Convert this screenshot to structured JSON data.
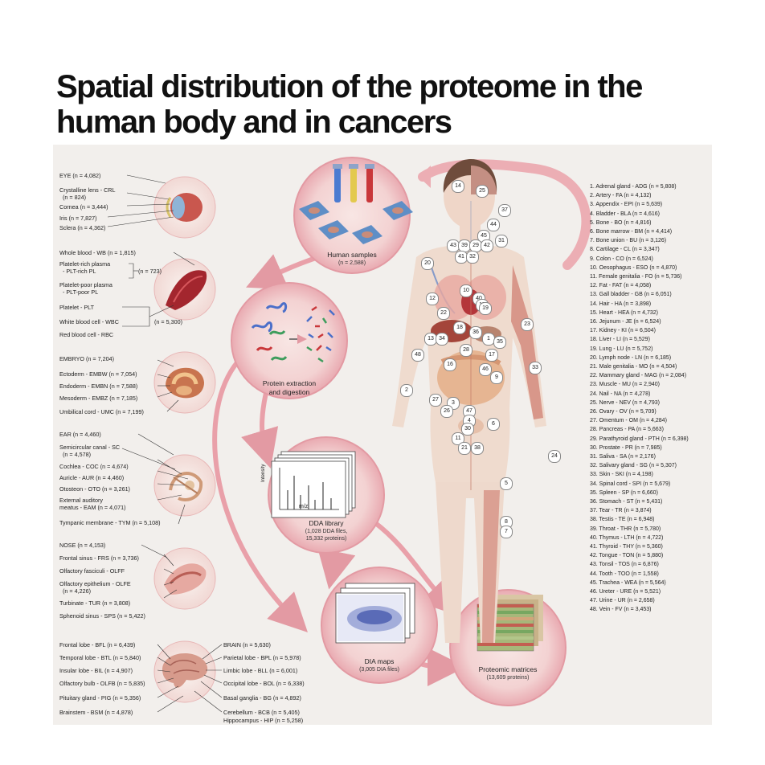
{
  "title": {
    "line1": "Spatial distribution of the proteome in the",
    "line2": "human body and in cancers"
  },
  "colors": {
    "panel": "#f2efec",
    "circle": "#f2c9cc",
    "circle_ring": "#e39aa3",
    "arrow": "#e9a0a9",
    "body": "#eed9cc",
    "organ": "#d98b7a",
    "dia": "#3b4fa8"
  },
  "groups": {
    "eye": [
      "EYE (n = 4,082)",
      "Crystalline lens - CRL",
      "(n = 824)",
      "Cornea (n = 3,444)",
      "Iris (n = 7,827)",
      "Sclera (n = 4,362)"
    ],
    "blood": [
      "Whole blood - WB (n = 1,815)",
      "Platelet-rich plasma",
      "- PLT-rich PL",
      "(n = 723)",
      "Platelet-poor plasma",
      "- PLT-poor PL",
      "Platelet - PLT",
      "White blood cell - WBC",
      "(n = 5,300)",
      "Red blood cell - RBC"
    ],
    "embryo": [
      "EMBRYO (n = 7,204)",
      "Ectoderm - EMBW (n = 7,054)",
      "Endoderm - EMBN (n = 7,588)",
      "Mesoderm - EMBZ (n = 7,185)",
      "Umbilical cord - UMC (n = 7,199)"
    ],
    "ear": [
      "EAR (n = 4,460)",
      "Semicircular canal - SC",
      "(n = 4,578)",
      "Cochlea - COC (n = 4,674)",
      "Auricle - AUR (n = 4,460)",
      "Otosteon - OTO (n = 3,261)",
      "External auditory",
      "meatus - EAM (n = 4,071)",
      "Tympanic membrane - TYM (n = 5,108)"
    ],
    "nose": [
      "NOSE (n = 4,153)",
      "Frontal sinus - FRS (n = 3,736)",
      "Olfactory fasciculi - OLFF",
      "Olfactory epithelium - OLFE",
      "(n = 4,226)",
      "Turbinate - TUR (n = 3,808)",
      "Sphenoid sinus - SPS (n = 5,422)"
    ],
    "brain_left": [
      "Frontal lobe - BFL (n = 6,439)",
      "Temporal lobe - BTL (n = 5,840)",
      "Insular lobe - BIL (n = 4,907)",
      "Olfactory bulb - OLFB (n = 5,835)",
      "Pituitary gland - PIG (n = 5,356)",
      "Brainstem - BSM (n = 4,878)"
    ],
    "brain_right": [
      "BRAIN (n = 5,630)",
      "Parietal lobe - BPL (n = 5,978)",
      "Limbic lobe - BLL (n = 6,001)",
      "Occipital lobe - BOL (n = 6,338)",
      "Basal ganglia - BG (n = 4,892)",
      "Cerebellum - BCB (n = 5,405)",
      "Hippocampus - HIP (n = 5,258)"
    ]
  },
  "workflow": {
    "samples": {
      "label": "Human samples",
      "sub": "(n = 2,588)"
    },
    "extraction": {
      "label1": "Protein extraction",
      "label2": "and digestion"
    },
    "dda": {
      "label": "DDA library",
      "sub1": "(1,028 DDA files,",
      "sub2": "15,332 proteins)",
      "xaxis": "m/z",
      "yaxis": "Intensity"
    },
    "dia": {
      "label": "DIA maps",
      "sub": "(3,005 DIA files)"
    },
    "matrices": {
      "label": "Proteomic matrices",
      "sub": "(13,609 proteins)"
    }
  },
  "tissues": [
    "1. Adrenal gland - ADG (n = 5,808)",
    "2. Artery - FA (n = 4,132)",
    "3. Appendix - EPI (n = 5,639)",
    "4. Bladder - BLA (n = 4,616)",
    "5. Bone - BO (n = 4,816)",
    "6. Bone marrow - BM (n = 4,414)",
    "7. Bone union - BU (n = 3,126)",
    "8. Cartilage - CL (n = 3,347)",
    "9. Colon - CO (n = 6,524)",
    "10. Oesophagus - ESO (n = 4,870)",
    "11. Female genitalia - FO (n = 5,736)",
    "12. Fat - FAT (n = 4,058)",
    "13. Gall bladder - GB (n = 6,051)",
    "14. Hair - HA (n = 3,898)",
    "15. Heart - HEA (n = 4,732)",
    "16. Jejunum - JE (n = 6,524)",
    "17. Kidney - KI (n = 6,504)",
    "18. Liver - LI (n = 5,529)",
    "19. Lung - LU (n = 5,752)",
    "20. Lymph node - LN (n = 6,185)",
    "21. Male genitalia - MO (n = 4,504)",
    "22. Mammary gland - MAG (n = 2,084)",
    "23. Muscle - MU (n = 2,940)",
    "24. Nail - NA (n = 4,278)",
    "25. Nerve - NEV (n = 4,793)",
    "26. Ovary - OV (n = 5,709)",
    "27. Omentum - OM (n = 4,284)",
    "28. Pancreas - PA (n = 5,663)",
    "29. Parathyroid gland - PTH (n = 6,398)",
    "30. Prostate - PR (n = 7,985)",
    "31. Saliva - SA (n = 2,176)",
    "32. Salivary gland - SG (n = 5,307)",
    "33. Skin - SKI (n = 4,198)",
    "34. Spinal cord - SPI (n = 5,679)",
    "35. Spleen - SP (n = 6,660)",
    "36. Stomach - ST (n = 5,431)",
    "37. Tear - TR (n = 3,874)",
    "38. Testis - TE (n = 6,948)",
    "39. Throat - THR (n = 5,780)",
    "40. Thymus - LTH (n = 4,722)",
    "41. Thyroid - THY (n = 5,360)",
    "42. Tongue - TON (n = 5,880)",
    "43. Tonsil - TOS (n = 6,876)",
    "44. Tooth - TOO (n = 1,558)",
    "45. Trachea - WEA (n = 5,564)",
    "46. Ureter - URE (n = 5,521)",
    "47. Urine - UR (n = 2,658)",
    "48. Vein - FV (n = 3,453)"
  ],
  "body_numbers": [
    "14",
    "25",
    "37",
    "44",
    "45",
    "31",
    "43",
    "39",
    "29",
    "42",
    "41",
    "32",
    "20",
    "10",
    "12",
    "40",
    "15",
    "19",
    "22",
    "18",
    "36",
    "13",
    "34",
    "1",
    "35",
    "28",
    "17",
    "16",
    "46",
    "9",
    "23",
    "48",
    "33",
    "2",
    "27",
    "3",
    "26",
    "47",
    "4",
    "30",
    "6",
    "11",
    "21",
    "38",
    "24",
    "5",
    "8",
    "7"
  ]
}
